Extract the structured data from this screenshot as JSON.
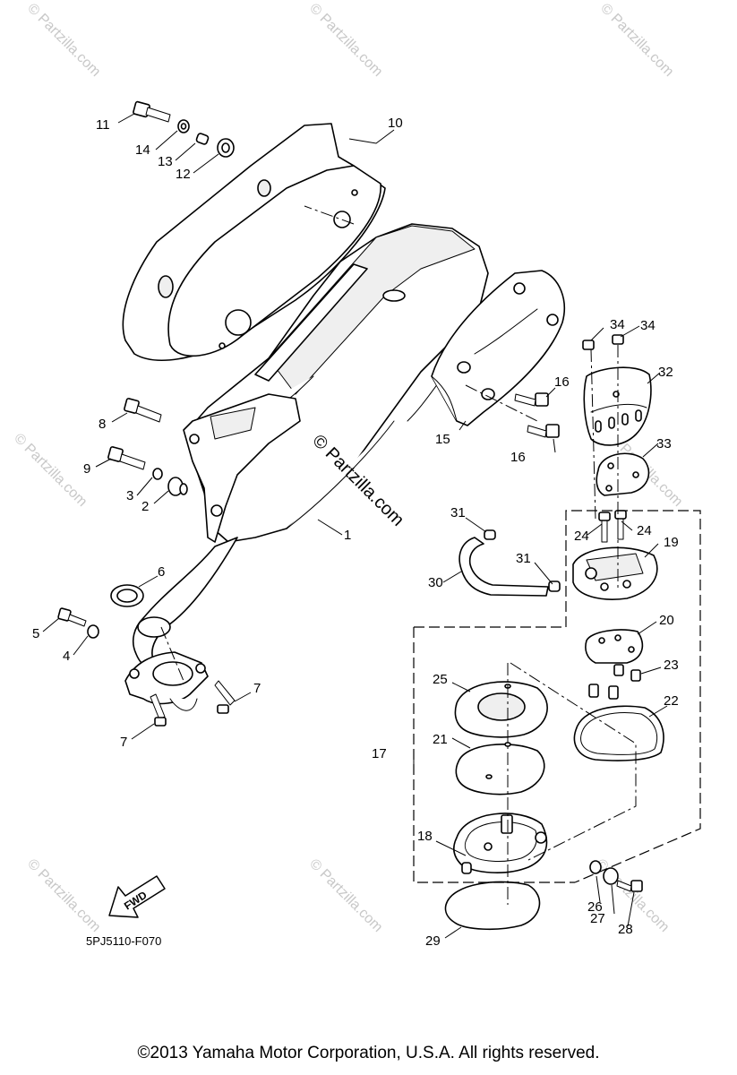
{
  "diagram_code": "5PJ5110-F070",
  "fwd_label": "FWD",
  "watermark_center": "© Partzilla.com",
  "watermark": "© Partzilla.com",
  "copyright": "©2013  Yamaha Motor Corporation, U.S.A. All rights reserved.",
  "callouts": [
    "1",
    "2",
    "3",
    "4",
    "5",
    "6",
    "7",
    "7",
    "8",
    "9",
    "10",
    "11",
    "12",
    "13",
    "14",
    "15",
    "16",
    "16",
    "17",
    "18",
    "19",
    "20",
    "21",
    "22",
    "23",
    "24",
    "24",
    "25",
    "26",
    "27",
    "28",
    "29",
    "30",
    "31",
    "31",
    "32",
    "33",
    "34",
    "34"
  ]
}
